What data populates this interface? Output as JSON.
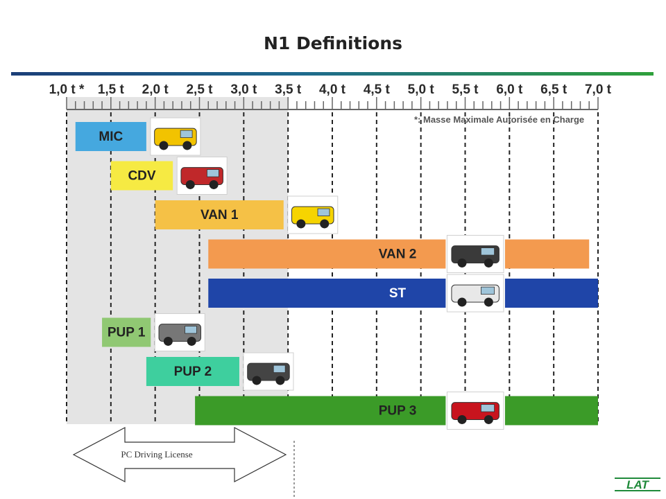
{
  "title": "N1 Definitions",
  "axis": {
    "ticks": [
      "1,0 t *",
      "1,5 t",
      "2,0 t",
      "2,5 t",
      "3,0 t",
      "3,5 t",
      "4,0 t",
      "4,5 t",
      "5,0 t",
      "5,5 t",
      "6,0 t",
      "6,5 t",
      "7,0 t"
    ],
    "min": 1.0,
    "max": 7.0,
    "shaded_until": 3.5,
    "footnote": "*: Masse Maximale Autorisée en Charge"
  },
  "categories": [
    {
      "label": "MIC",
      "color": "#45a8df",
      "start": 1.1,
      "end": 1.9,
      "photo_after": 1.9,
      "icon": "microcar-icon",
      "vehicle_color": "#f2c300"
    },
    {
      "label": "CDV",
      "color": "#f6ea43",
      "start": 1.5,
      "end": 2.2,
      "photo_after": 2.2,
      "icon": "car-derived-van-icon",
      "vehicle_color": "#c0282a"
    },
    {
      "label": "VAN 1",
      "color": "#f5c146",
      "start": 2.0,
      "end": 3.45,
      "photo_after": 3.45,
      "icon": "van-icon",
      "vehicle_color": "#f6d400"
    },
    {
      "label": "VAN 2",
      "color": "#f39a4f",
      "start": 2.6,
      "end": 6.9,
      "gap": [
        5.28,
        5.95
      ],
      "icon": "large-van-icon",
      "vehicle_color": "#3a3a3a"
    },
    {
      "label": "ST",
      "color": "#1f45a8",
      "start": 2.6,
      "end": 7.0,
      "gap": [
        5.28,
        5.95
      ],
      "icon": "chassis-truck-icon",
      "vehicle_color": "#e8e8e8"
    },
    {
      "label": "PUP 1",
      "color": "#90c873",
      "start": 1.4,
      "end": 1.95,
      "photo_after": 1.95,
      "icon": "pickup-icon",
      "vehicle_color": "#777777"
    },
    {
      "label": "PUP 2",
      "color": "#3ecf9e",
      "start": 1.9,
      "end": 2.95,
      "photo_after": 2.95,
      "icon": "pickup-icon",
      "vehicle_color": "#444444"
    },
    {
      "label": "PUP 3",
      "color": "#3b9b28",
      "start": 2.45,
      "end": 7.0,
      "gap": [
        5.28,
        5.95
      ],
      "icon": "pickup-icon",
      "vehicle_color": "#c8141e"
    }
  ],
  "license": {
    "label": "PC Driving License"
  },
  "logo": {
    "text": "LAT",
    "color": "#1f8a3a"
  }
}
